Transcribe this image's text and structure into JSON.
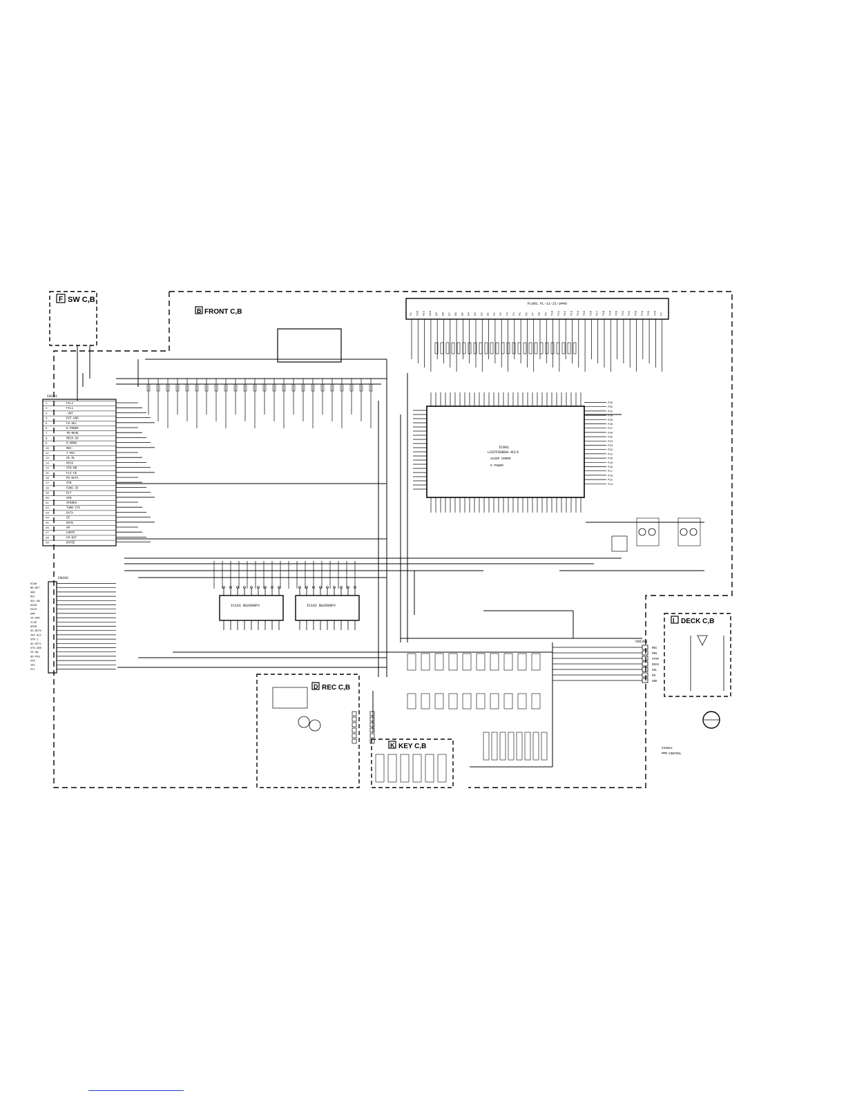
{
  "boards": {
    "sw": {
      "letter": "F",
      "name": "SW C,B"
    },
    "front": {
      "letter": "B",
      "name": "FRONT C,B"
    },
    "deck": {
      "letter": "I",
      "name": "DECK C,B"
    },
    "rec": {
      "letter": "D",
      "name": "REC C,B"
    },
    "key": {
      "letter": "K",
      "name": "KEY C,B"
    }
  },
  "components": {
    "fl_display": "FL901 FL-11-21-U44X",
    "main_ic": "IC901",
    "main_ic_sub": "LC87F66B0A-4CL5",
    "main_ic_note1": "SLEEP ERROR",
    "main_ic_note2": "O POWER",
    "ic1": "IC161 BU2099FV",
    "ic2": "IC162 BU2099FV",
    "conn_left_top": "CN101",
    "conn_left_bottom": "CN102",
    "conn_deck": "CN1301"
  },
  "legend": {
    "line1": "SIGNAL",
    "line2": "CONTROL"
  },
  "left_pins_top": [
    "FIL2",
    "FIL1",
    "-VKT",
    "EXT-GND",
    "FS-SEL",
    "D.POWER",
    "TM-RESE",
    "MECH-SD",
    "D-MONO",
    "REC-",
    "T-MIC",
    "CE.RL",
    "MICK",
    "STB-MB",
    "FLI-CE",
    "PS-DATA",
    "STB",
    "FUNC-CE",
    "DLY",
    "STB",
    "STEREO",
    "TUNE-ITC",
    "DATA",
    "CE",
    "MUTE",
    "AM",
    "LMUTE",
    "FM-RST",
    "DCFEE"
  ],
  "left_pins_bottom": [
    "SCAN",
    "MR-RET",
    "VRD",
    "MIC",
    "SOL-SW",
    "ED38",
    "EXCH",
    "UMP",
    "CD-DAD",
    "CLSD",
    "OPEN",
    "SO-DETH",
    "TRY-ACC",
    "STR-1",
    "SD-DET1",
    "STD-GND",
    "CD-SW",
    "SD-POS",
    "FPX",
    "TRY",
    "FFL"
  ],
  "fl_pins": [
    "F1",
    "P33",
    "G11",
    "G10",
    "G9",
    "G8",
    "G7",
    "G6",
    "G5",
    "G4",
    "G3",
    "G2",
    "G1",
    "P1",
    "P2",
    "P3",
    "P4",
    "P5",
    "P6",
    "P7",
    "P8",
    "P9",
    "P10",
    "P11",
    "P12",
    "P13",
    "P14",
    "P15",
    "P16",
    "P17",
    "P18",
    "P19",
    "P20",
    "P21",
    "P22",
    "P23",
    "P24",
    "P25",
    "P26",
    "F2"
  ],
  "right_pins": [
    "P33",
    "P32",
    "P31",
    "P30",
    "P29",
    "P28",
    "P27",
    "P26",
    "P25",
    "P24",
    "P23",
    "P22",
    "P21",
    "P20",
    "P19",
    "P18",
    "P17",
    "P16",
    "P15",
    "P14"
  ],
  "deck_pins": [
    "REC",
    "PBS",
    "STOP",
    "DECK",
    "SOL",
    "PB",
    "GND"
  ]
}
